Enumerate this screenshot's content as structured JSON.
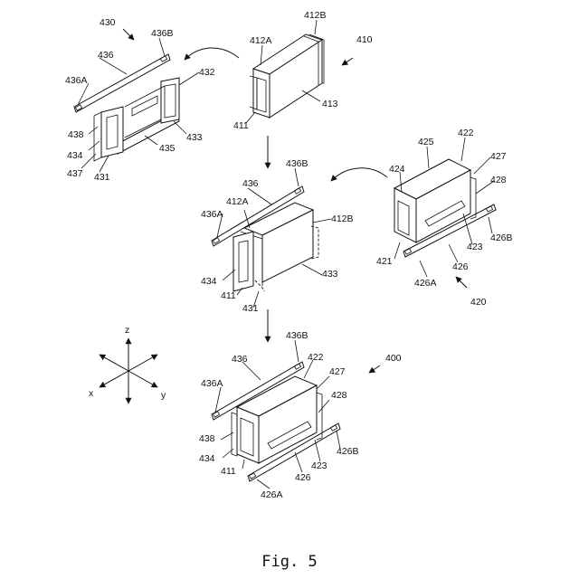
{
  "figure": {
    "caption": "Fig. 5"
  },
  "axes": {
    "x": "x",
    "y": "y",
    "z": "z"
  },
  "labels": {
    "n430": "430",
    "n436B_a": "436B",
    "n436_a": "436",
    "n436A_a": "436A",
    "n432": "432",
    "n438_a": "438",
    "n434_a": "434",
    "n437": "437",
    "n431_a": "431",
    "n435": "435",
    "n433_a": "433",
    "n412B_a": "412B",
    "n412A_a": "412A",
    "n410": "410",
    "n411_a": "411",
    "n413": "413",
    "n436B_b": "436B",
    "n436_b": "436",
    "n436A_b": "436A",
    "n412A_b": "412A",
    "n412B_b": "412B",
    "n434_b": "434",
    "n411_b": "411",
    "n431_b": "431",
    "n433_b": "433",
    "n425": "425",
    "n422_a": "422",
    "n427_a": "427",
    "n424": "424",
    "n428_a": "428",
    "n421": "421",
    "n423_a": "423",
    "n426B_a": "426B",
    "n426_a": "426",
    "n426A_a": "426A",
    "n420": "420",
    "n436B_c": "436B",
    "n436_c": "436",
    "n422_b": "422",
    "n400": "400",
    "n427_b": "427",
    "n436A_c": "436A",
    "n428_b": "428",
    "n438_b": "438",
    "n434_c": "434",
    "n411_c": "411",
    "n423_b": "423",
    "n426B_b": "426B",
    "n426_b": "426",
    "n426A_b": "426A"
  }
}
